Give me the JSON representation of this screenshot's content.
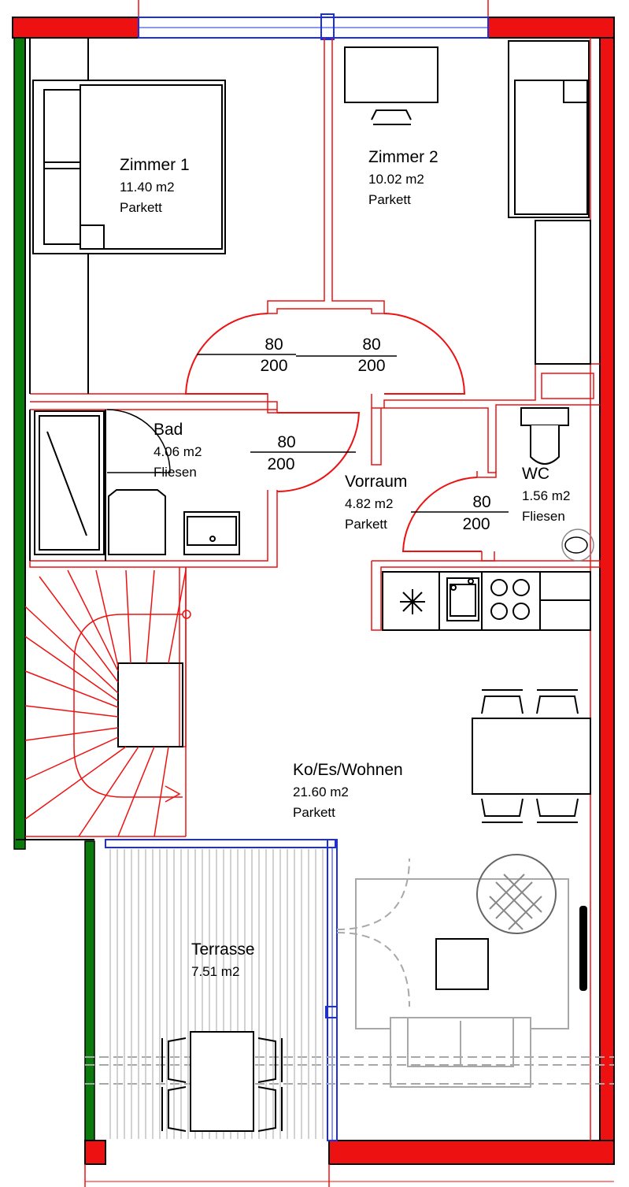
{
  "rooms": {
    "zimmer1": {
      "name": "Zimmer 1",
      "area": "11.40 m2",
      "floor": "Parkett"
    },
    "zimmer2": {
      "name": "Zimmer 2",
      "area": "10.02 m2",
      "floor": "Parkett"
    },
    "bad": {
      "name": "Bad",
      "area": "4.06 m2",
      "floor": "Fliesen"
    },
    "vorraum": {
      "name": "Vorraum",
      "area": "4.82 m2",
      "floor": "Parkett"
    },
    "wc": {
      "name": "WC",
      "area": "1.56 m2",
      "floor": "Fliesen"
    },
    "wohnen": {
      "name": "Ko/Es/Wohnen",
      "area": "21.60 m2",
      "floor": "Parkett"
    },
    "terrasse": {
      "name": "Terrasse",
      "area": "7.51 m2"
    }
  },
  "doors": [
    {
      "width": "80",
      "height": "200"
    },
    {
      "width": "80",
      "height": "200"
    },
    {
      "width": "80",
      "height": "200"
    },
    {
      "width": "80",
      "height": "200"
    }
  ],
  "colors": {
    "wall_red": "#ee1111",
    "wall_green": "#0a7a0a",
    "window_blue": "#1b2fe0",
    "furniture_gray": "#a8a8a8",
    "terrace_hatch": "#c4c4c4"
  }
}
